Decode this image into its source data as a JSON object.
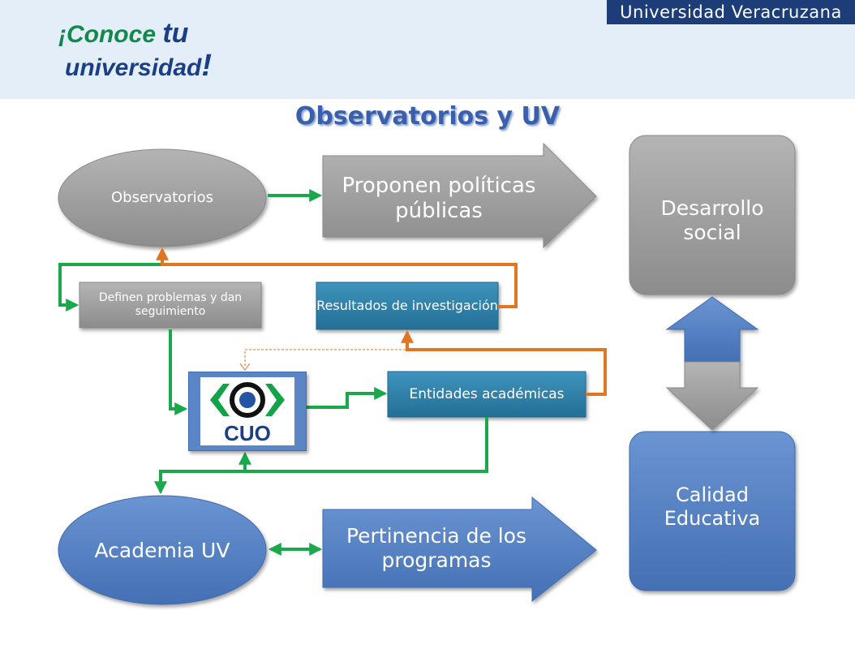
{
  "header": {
    "institution": "Universidad Veracruzana",
    "logo_line1_a": "¡Conoce ",
    "logo_line1_b": "tu",
    "logo_line2_a": "universidad",
    "logo_line2_b": "!"
  },
  "title": "Observatorios y UV",
  "nodes": {
    "observatorios": "Observatorios",
    "proponen": "Proponen políticas públicas",
    "desarrollo": "Desarrollo social",
    "definen": "Definen problemas y dan seguimiento",
    "resultados": "Resultados de investigación",
    "cuo": "CUO",
    "entidades": "Entidades académicas",
    "academia": "Academia UV",
    "pertinencia": "Pertinencia de los programas",
    "calidad": "Calidad Educativa"
  },
  "colors": {
    "gray_node": "#9a9a9a",
    "blue_node": "#4f7cc0",
    "teal_node": "#2e7fa8",
    "green_connector": "#19a84a",
    "orange_connector": "#e07522",
    "header_bg": "#e3eef8",
    "banner_bg": "#1d3d78"
  }
}
